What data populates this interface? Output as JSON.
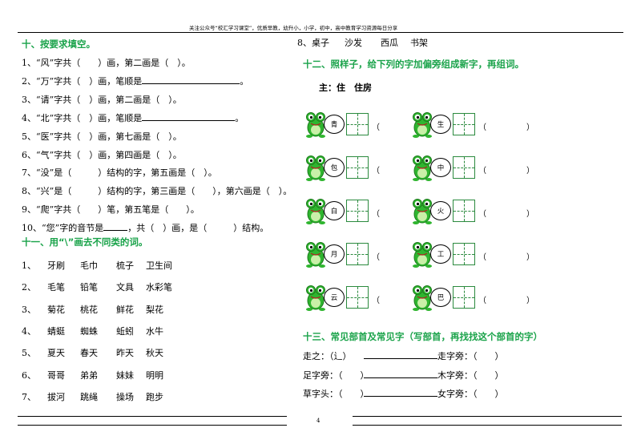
{
  "header": {
    "text": "关注公众号“校汇学习课堂”，优质早教，幼升小，小学，初中，高中教育学习资源每日分享"
  },
  "page_number": "4",
  "section10": {
    "title": "十、按要求填空。",
    "items": [
      {
        "a": "1、“风”字共（　　）画，第二画是（　）。"
      },
      {
        "a": "2、“万”字共（　）画，笔顺是",
        "b": "。"
      },
      {
        "a": "3、“请”字共（　）画，第二画是（　）。"
      },
      {
        "a": "4、“北”字共（　）画，笔顺是",
        "b": "。"
      },
      {
        "a": "5、“医”字共（　）画，第七画是（　）。"
      },
      {
        "a": "6、“气”字共（　）画，第四画是（　）。"
      },
      {
        "a": "7、“没”是（　　　）结构的字，第五画是（　）。"
      },
      {
        "a": "8、“兴”是（　　　）结构的字，第三画是（　　），第六画是（　）。"
      },
      {
        "a": "9、“爬”字共（　　）笔，第五笔是（　　）。"
      },
      {
        "a": "10、“您”字的音节是",
        "b": "，共（　）画，是（　　　）结构。"
      }
    ]
  },
  "section11": {
    "title": "十一、用“\\”画去不同类的词。",
    "rows": [
      {
        "n": "1、",
        "w": [
          "牙刷",
          "毛巾",
          "梳子",
          "卫生间"
        ]
      },
      {
        "n": "2、",
        "w": [
          "毛笔",
          "铅笔",
          "文具",
          "水彩笔"
        ]
      },
      {
        "n": "3、",
        "w": [
          "菊花",
          "桃花",
          "鲜花",
          "梨花"
        ]
      },
      {
        "n": "4、",
        "w": [
          "蜻蜓",
          "蜘蛛",
          "蚯蚓",
          "水牛"
        ]
      },
      {
        "n": "5、",
        "w": [
          "夏天",
          "春天",
          "昨天",
          "秋天"
        ]
      },
      {
        "n": "6、",
        "w": [
          "哥哥",
          "弟弟",
          "妹妹",
          "明明"
        ]
      },
      {
        "n": "7、",
        "w": [
          "拔河",
          "跳绳",
          "操场",
          "跑步"
        ]
      }
    ]
  },
  "row8": {
    "n": "8、",
    "w": [
      "桌子",
      "沙发",
      "西瓜",
      "书架"
    ]
  },
  "section12": {
    "title": "十二、照样子，给下列的字加偏旁组成新字，再组词。",
    "example": "主：住　住房",
    "left": [
      "青",
      "包",
      "白",
      "月",
      "云"
    ],
    "right": [
      "生",
      "中",
      "火",
      "工",
      "巴"
    ],
    "paren": "（　　　　　）"
  },
  "section13": {
    "title": "十三、常见部首及常见字（写部首，再找找这个部首的字）",
    "rows": [
      {
        "a": "走之：（辶）",
        "b": "走字旁：（　　）"
      },
      {
        "a": "足字旁：（　　）",
        "b": "木字旁：（　　）"
      },
      {
        "a": "草字头：（　　）",
        "b": "女字旁：（　　）"
      }
    ]
  },
  "colors": {
    "title_green": "#1aa34a",
    "frog_green": "#2fb52f"
  }
}
